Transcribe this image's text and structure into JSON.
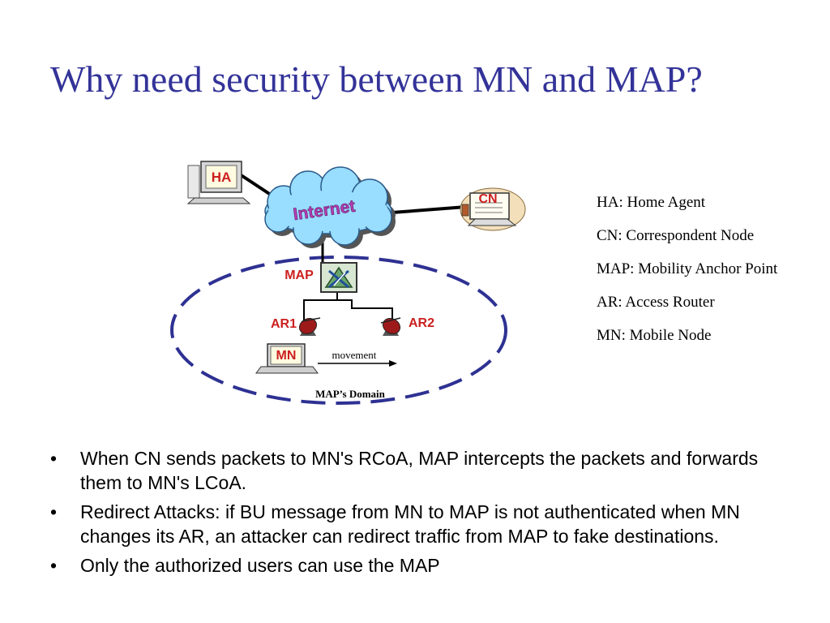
{
  "slide": {
    "title": "Why need security between MN and MAP?"
  },
  "diagram": {
    "nodes": {
      "ha": "HA",
      "internet": "Internet",
      "cn": "CN",
      "map": "MAP",
      "ar1": "AR1",
      "ar2": "AR2",
      "mn": "MN"
    },
    "movement_label": "movement",
    "domain_label": "MAP’s Domain",
    "colors": {
      "domain_ring": "#2e3192",
      "node_label": "#cc1f1f",
      "internet_label": "#9b2d9b",
      "cloud": "#99ddff",
      "title": "#333399"
    }
  },
  "legend": [
    "HA: Home Agent",
    "CN: Correspondent Node",
    "MAP: Mobility Anchor Point",
    "AR: Access Router",
    "MN: Mobile Node"
  ],
  "bullets": [
    "When CN sends packets to MN's RCoA, MAP intercepts the packets and forwards them to MN's LCoA.",
    "Redirect Attacks: if BU message from MN to MAP is not authenticated when MN changes its AR, an attacker can redirect traffic from MAP to fake destinations.",
    "Only the authorized users can use the MAP"
  ],
  "bullet_marker": "•"
}
